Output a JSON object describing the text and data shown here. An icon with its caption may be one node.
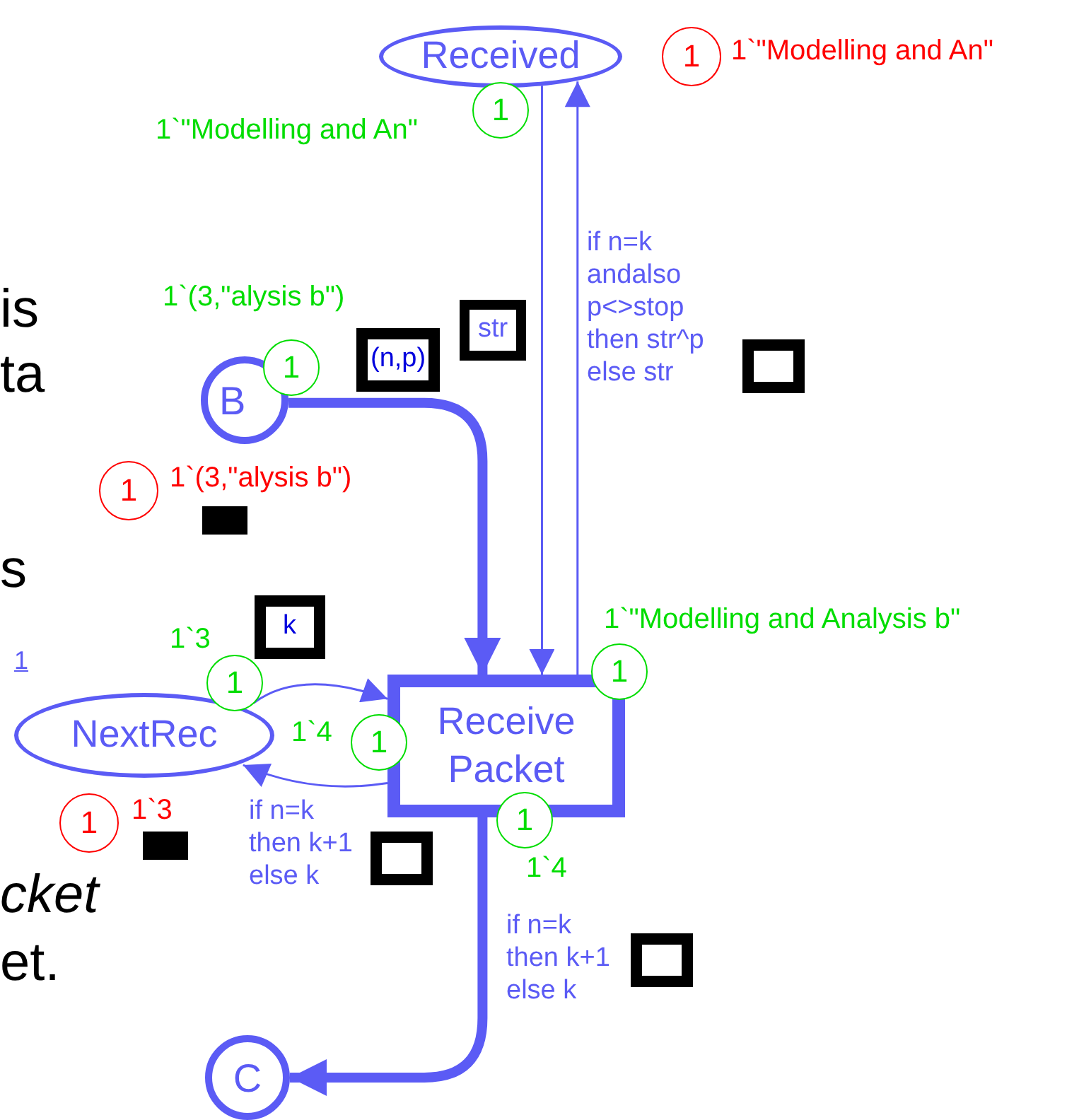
{
  "diagram": {
    "nodes": [
      {
        "text": [
          "Received"
        ]
      },
      {
        "text": [
          "1"
        ]
      },
      {
        "text": [
          "1"
        ],
        "beside": [
          "1`\"Modelling and An\""
        ]
      },
      {
        "text": [
          "B"
        ]
      },
      {
        "text": [
          "1"
        ],
        "beside": [
          "1`(3,\"alysis b\")"
        ]
      },
      {
        "text": [
          "1"
        ],
        "beside": [
          "1`(3,\"alysis b\")"
        ]
      },
      {
        "text": [
          "NextRec"
        ]
      },
      {
        "text": [
          "1"
        ],
        "beside": [
          "1`3"
        ]
      },
      {
        "text": [
          "1"
        ],
        "beside": [
          "1`3"
        ]
      },
      {
        "text": [
          "Receive Packet"
        ]
      },
      {
        "text": [
          "1"
        ],
        "beside": [
          "1`\"Modelling and Analysis b\""
        ]
      },
      {
        "text": [
          "1"
        ],
        "beside": [
          "1`4"
        ]
      },
      {
        "text": [
          "1"
        ],
        "beside": [
          "1`4"
        ]
      },
      {
        "text": [
          "C"
        ]
      }
    ],
    "edges": [
      {
        "from": 3,
        "to": 9,
        "arrow": "to",
        "label": "(n,p)",
        "style": "thick"
      },
      {
        "from": 0,
        "to": 9,
        "arrow": "to",
        "label": "str"
      },
      {
        "from": 9,
        "to": 0,
        "arrow": "to",
        "label": "if n=k andalso p<>stop then str^p else str"
      },
      {
        "from": 6,
        "to": 9,
        "arrow": "to",
        "label": "k"
      },
      {
        "from": 9,
        "to": 6,
        "arrow": "to",
        "label": "if n=k then k+1 else k"
      },
      {
        "from": 9,
        "to": 13,
        "arrow": "to",
        "label": "if n=k then k+1 else k",
        "style": "thick"
      }
    ],
    "labels": [
      "1`\"Modelling and An\"",
      "is",
      "ta",
      "s",
      "1",
      "cket",
      "et."
    ]
  }
}
